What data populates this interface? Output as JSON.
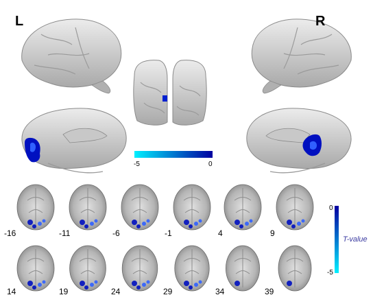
{
  "hemisphere_labels": {
    "left": "L",
    "right": "R"
  },
  "surface_colorbar": {
    "min_label": "-5",
    "max_label": "0",
    "colors": [
      "#00f0ff",
      "#0000a0"
    ]
  },
  "slice_colorbar": {
    "top_label": "0",
    "bottom_label": "-5",
    "title": "T-value",
    "colors": [
      "#0000a0",
      "#00f0ff"
    ]
  },
  "slices": {
    "row1": [
      "-16",
      "-11",
      "-6",
      "-1",
      "4",
      "9"
    ],
    "row2": [
      "14",
      "19",
      "24",
      "29",
      "34",
      "39"
    ]
  },
  "colors": {
    "activation_dark": "#0010c0",
    "activation_light": "#3060ff",
    "brain_surface": "#d9d9d9",
    "slice_bg": "#bdbdbd"
  }
}
